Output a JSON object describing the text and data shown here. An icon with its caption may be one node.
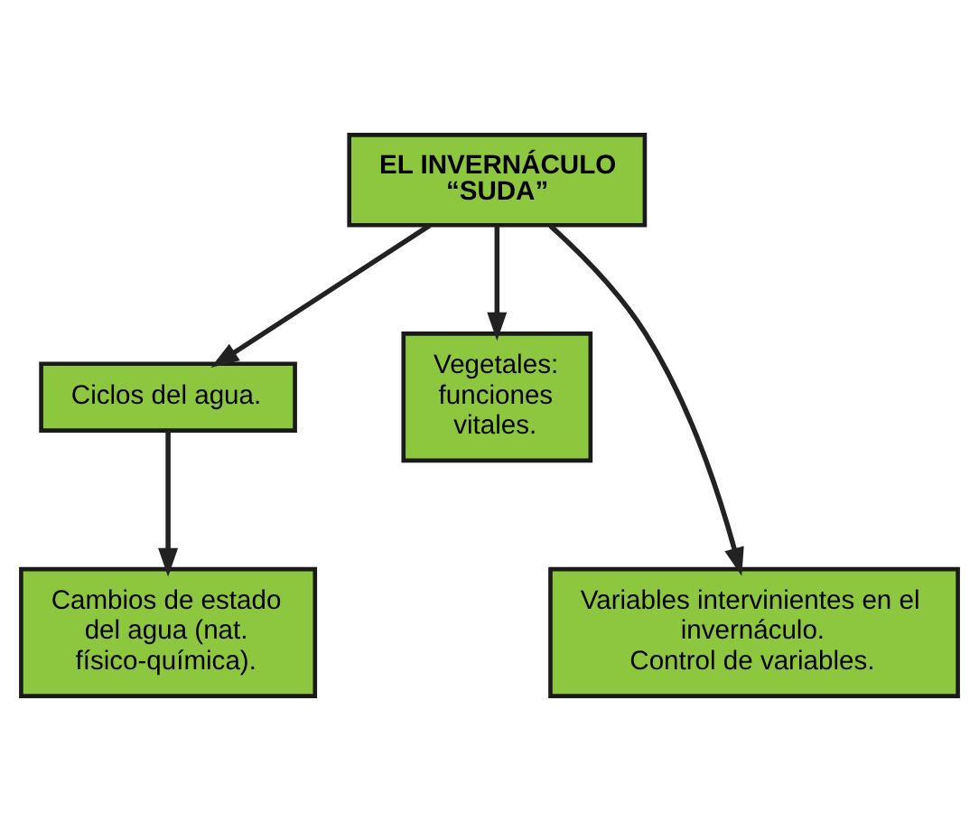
{
  "diagram": {
    "nodes": [
      {
        "text": [
          "EL INVERNÁCULO “SUDA”"
        ]
      },
      {
        "text": [
          "Ciclos del agua."
        ]
      },
      {
        "text": [
          "Vegetales: funciones vitales."
        ]
      },
      {
        "text": [
          "Cambios de estado del agua (nat. físico-química)."
        ]
      },
      {
        "text": [
          "Variables intervinientes en el invernáculo.",
          "Control de variables."
        ]
      }
    ],
    "edges": [
      {
        "from": 0,
        "to": 1,
        "arrow": "to"
      },
      {
        "from": 0,
        "to": 4,
        "arrow": "to"
      },
      {
        "from": 0,
        "to": 2,
        "arrow": "to"
      },
      {
        "from": 1,
        "to": 3,
        "arrow": "to"
      }
    ]
  }
}
